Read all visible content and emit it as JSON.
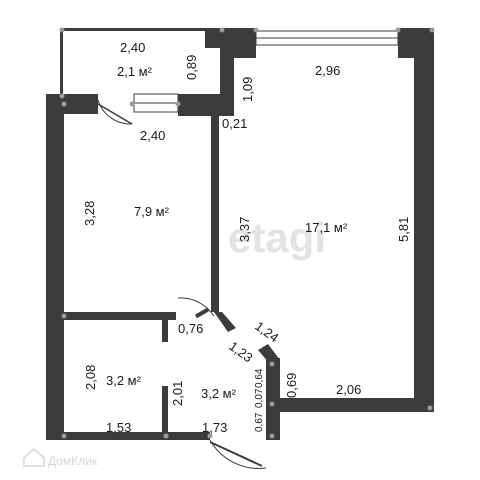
{
  "floorplan": {
    "rooms": [
      {
        "id": "balcony",
        "area": "2,1 м²"
      },
      {
        "id": "bedroom",
        "area": "7,9 м²"
      },
      {
        "id": "living",
        "area": "17,1 м²"
      },
      {
        "id": "bathroom",
        "area": "3,2 м²"
      },
      {
        "id": "hallway",
        "area": "3,2 м²"
      }
    ],
    "dimensions": [
      "2,40",
      "0,89",
      "1,09",
      "2,96",
      "2,40",
      "0,21",
      "3,28",
      "3,37",
      "5,81",
      "0,76",
      "1,24",
      "1,23",
      "2,08",
      "2,01",
      "0,64",
      "0,07",
      "0,69",
      "2,06",
      "1,53",
      "1,73",
      "0,67"
    ],
    "watermark": "etagi",
    "logo": "ДомКлик"
  }
}
